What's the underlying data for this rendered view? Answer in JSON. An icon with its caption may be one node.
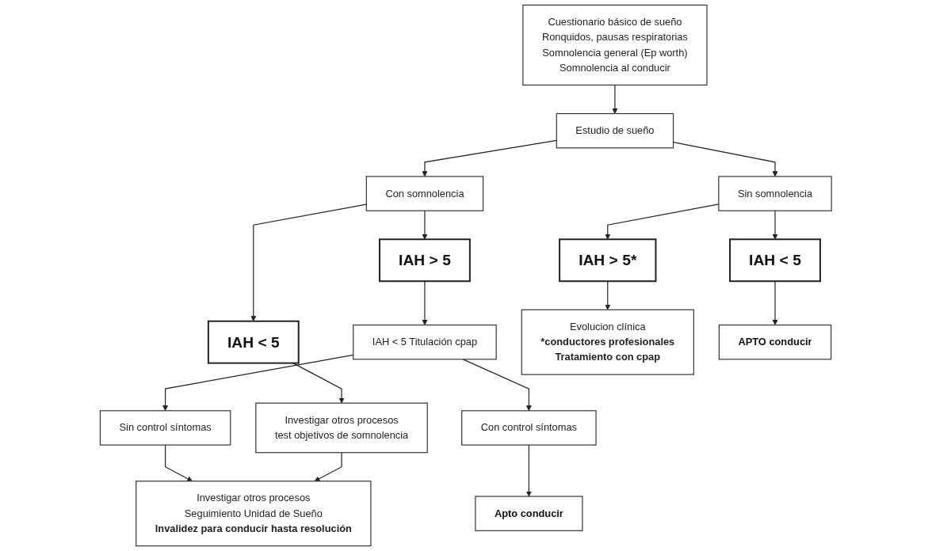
{
  "diagram": {
    "nodes": [
      {
        "text": [
          "Cuestionario básico de sueño",
          "Ronquidos, pausas respiratorias",
          "Somnolencia general (Ep worth)",
          "Somnolencia al conducir"
        ]
      },
      {
        "text": [
          "Estudio de sueño"
        ]
      },
      {
        "text": [
          "Con somnolencia"
        ]
      },
      {
        "text": [
          "Sin somnolencia"
        ]
      },
      {
        "text": [
          "IAH < 5"
        ]
      },
      {
        "text": [
          "IAH > 5"
        ]
      },
      {
        "text": [
          "IAH > 5*"
        ]
      },
      {
        "text": [
          "IAH < 5"
        ]
      },
      {
        "text": [
          "Investigar otros procesos",
          "test objetivos de somnolencia"
        ]
      },
      {
        "text": [
          "IAH < 5 Titulación cpap"
        ]
      },
      {
        "text": [
          "Evolucion clínica",
          "*conductores profesionales",
          "Tratamiento con cpap"
        ]
      },
      {
        "text": [
          "APTO conducir"
        ]
      },
      {
        "text": [
          "Con control síntomas"
        ]
      },
      {
        "text": [
          "Sin control síntomas"
        ]
      },
      {
        "text": [
          "Apto conducir"
        ]
      },
      {
        "text": [
          "Investigar otros procesos",
          "Seguimiento Unidad de Sueño",
          "Invalidez para conducir hasta resolución"
        ]
      }
    ],
    "edges": [
      {
        "from": 0,
        "to": 1,
        "arrow": "to"
      },
      {
        "from": 1,
        "to": 2,
        "arrow": "to"
      },
      {
        "from": 1,
        "to": 3,
        "arrow": "to"
      },
      {
        "from": 2,
        "to": 4,
        "arrow": "to"
      },
      {
        "from": 2,
        "to": 5,
        "arrow": "to"
      },
      {
        "from": 3,
        "to": 6,
        "arrow": "to"
      },
      {
        "from": 3,
        "to": 7,
        "arrow": "to"
      },
      {
        "from": 4,
        "to": 8,
        "arrow": "to"
      },
      {
        "from": 5,
        "to": 9,
        "arrow": "to"
      },
      {
        "from": 6,
        "to": 10,
        "arrow": "to"
      },
      {
        "from": 7,
        "to": 11,
        "arrow": "to"
      },
      {
        "from": 9,
        "to": 12,
        "arrow": "to"
      },
      {
        "from": 9,
        "to": 13,
        "arrow": "to"
      },
      {
        "from": 12,
        "to": 14,
        "arrow": "to"
      },
      {
        "from": 13,
        "to": 15,
        "arrow": "to"
      },
      {
        "from": 8,
        "to": 15,
        "arrow": "to"
      }
    ]
  }
}
